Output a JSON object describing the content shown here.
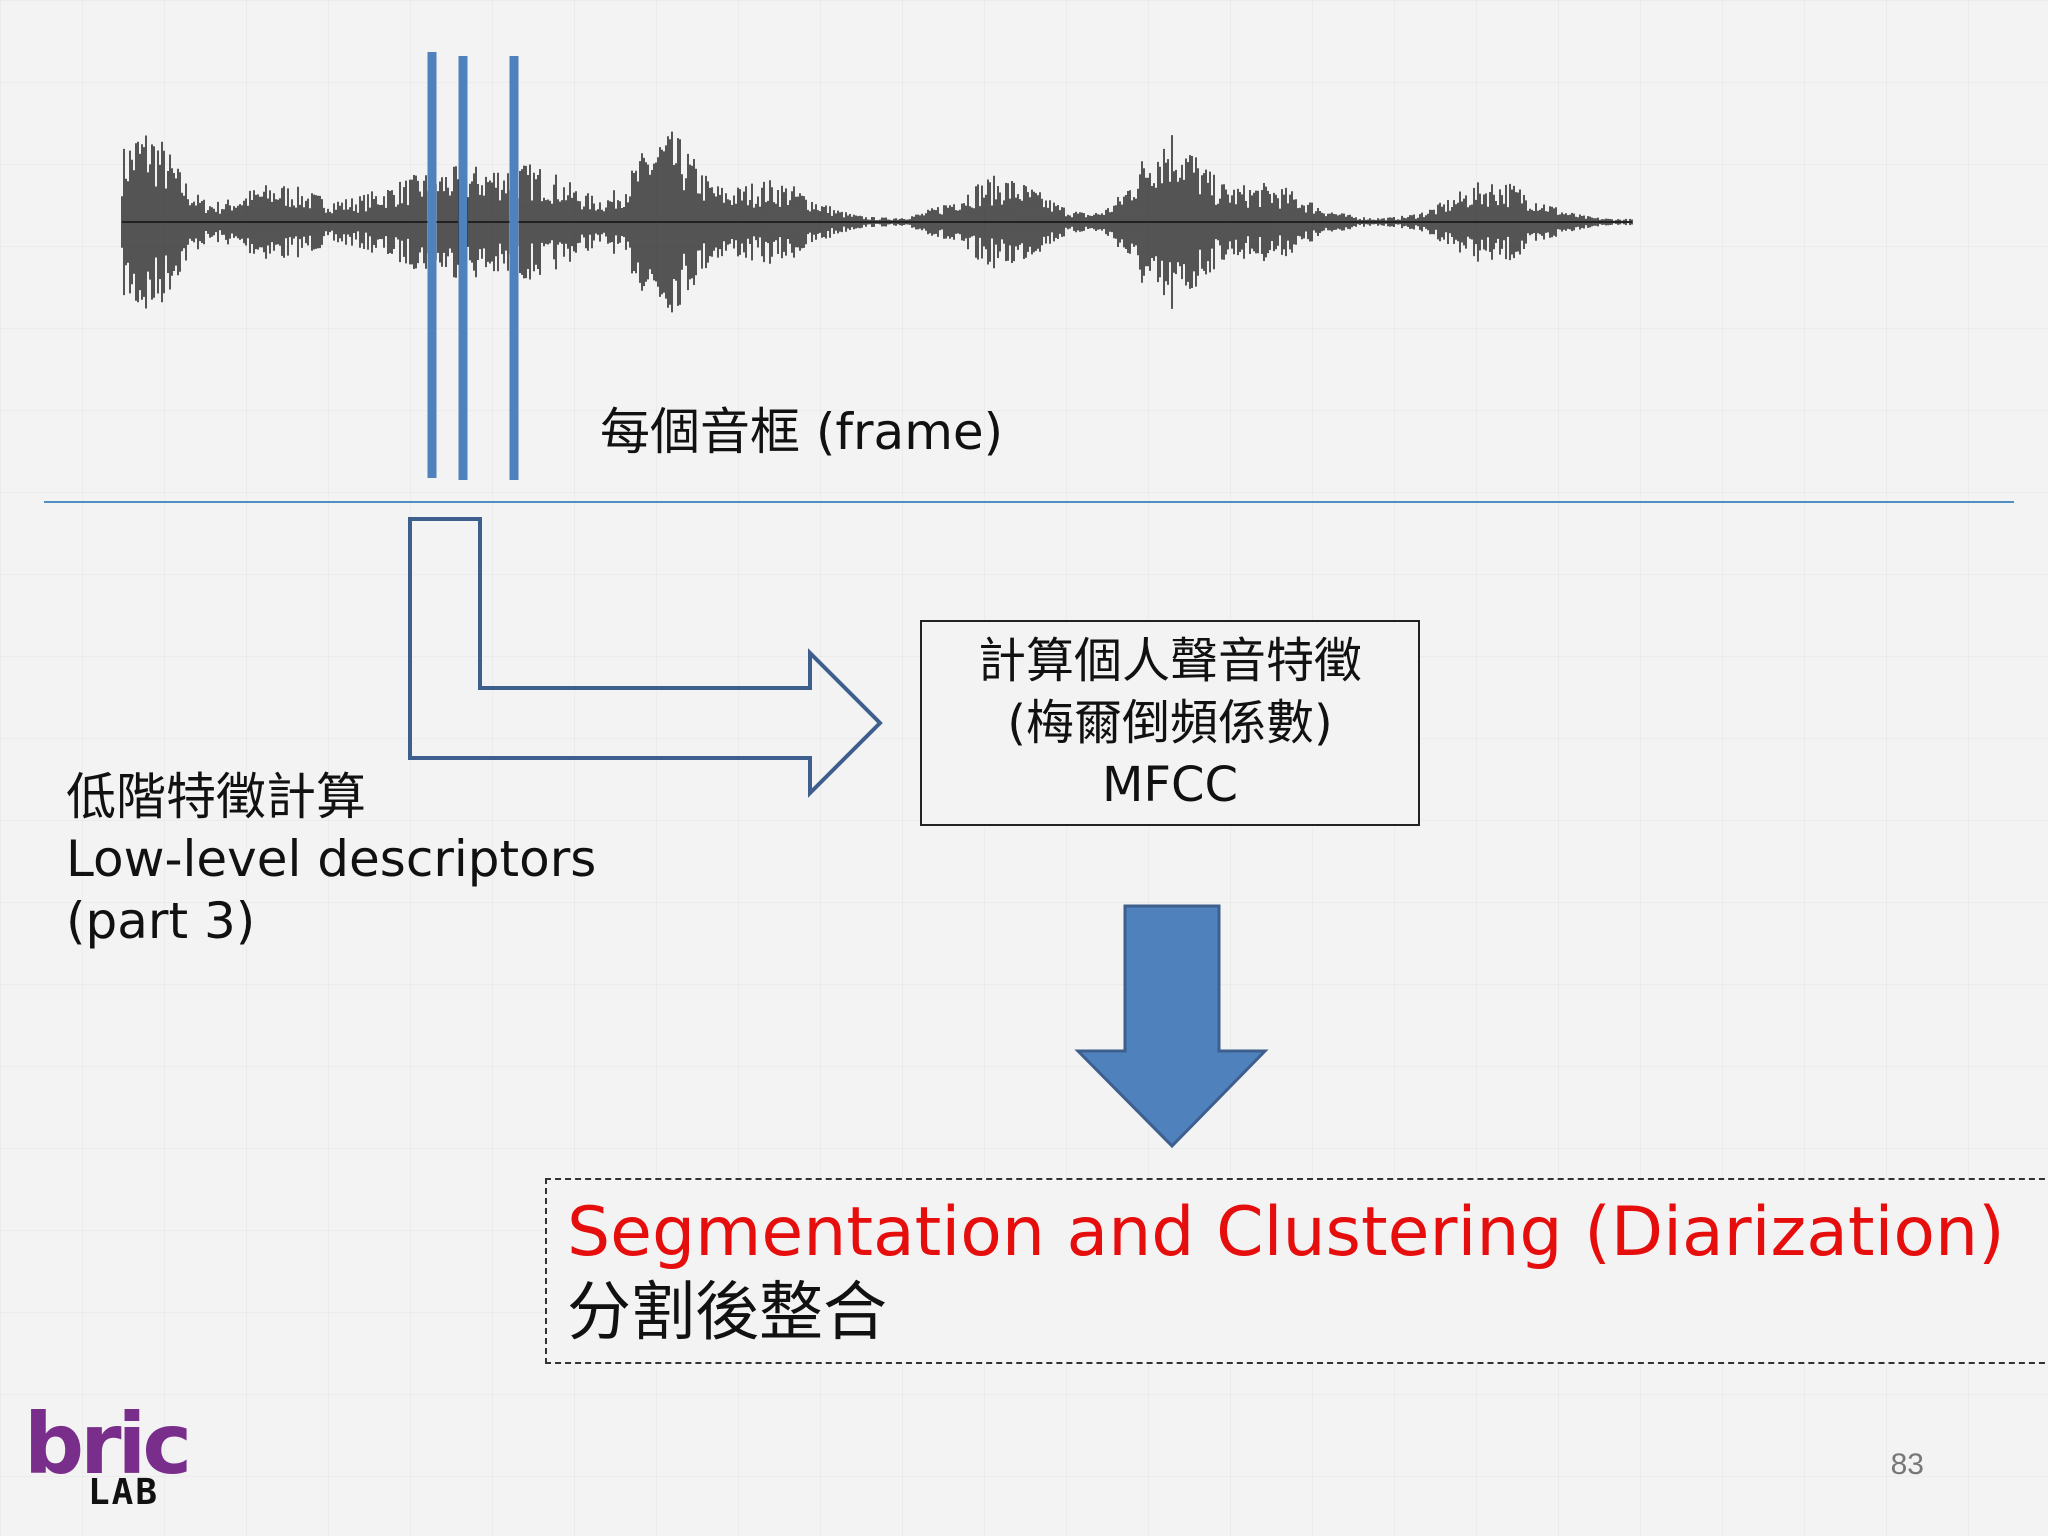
{
  "colors": {
    "accent_blue": "#4f81bd",
    "arrow_outline": "#3e5f8e",
    "divider": "#4f8fc4",
    "waveform": "#111111",
    "highlight_red": "#e60d0d",
    "logo_purple": "#7a2e8c"
  },
  "frame_label": "每個音框 (frame)",
  "low_level": {
    "zh": "低階特徵計算",
    "en": "Low-level descriptors",
    "part": "(part 3)"
  },
  "mfcc_box": {
    "line1": "計算個人聲音特徵",
    "line2": "(梅爾倒頻係數)",
    "line3": "MFCC"
  },
  "result": {
    "en": "Segmentation and Clustering (Diarization)",
    "zh": "分割後整合"
  },
  "logo": {
    "main": "bric",
    "sub": "LAB"
  },
  "page_number": "83",
  "icons": {
    "bent_arrow": "bent-right-arrow-icon",
    "down_arrow": "down-arrow-icon"
  }
}
